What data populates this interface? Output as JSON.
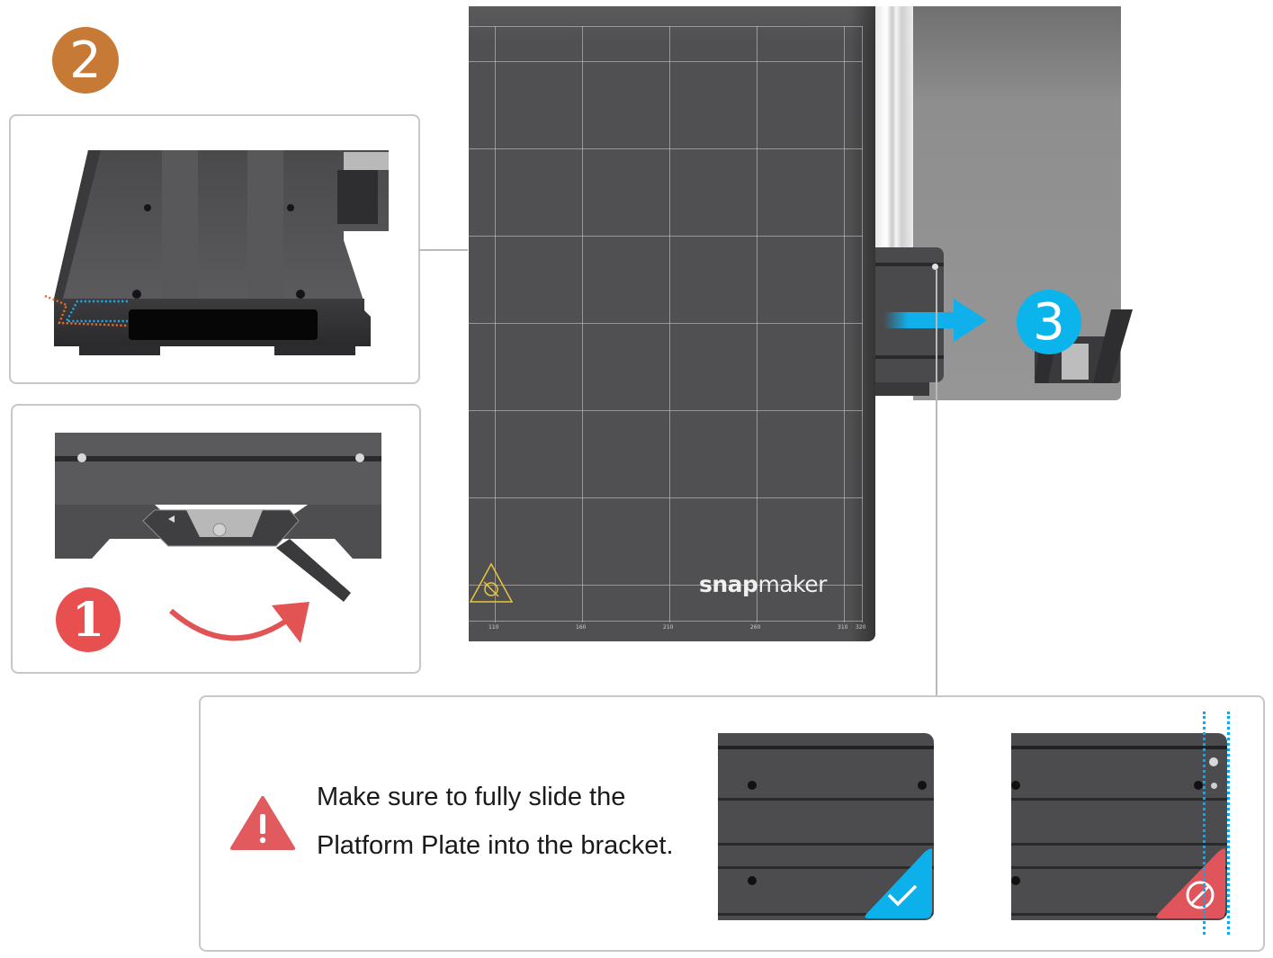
{
  "step_badges": {
    "step2": {
      "label": "2",
      "color": "#c77a36"
    },
    "step1": {
      "label": "1",
      "color": "#e85050"
    },
    "step3": {
      "label": "3",
      "color": "#0cb4ec"
    }
  },
  "build_plate": {
    "brand": {
      "snap": "snap",
      "maker": "maker"
    },
    "x_ticks": [
      "110",
      "160",
      "210",
      "260",
      "310",
      "320"
    ],
    "warning_symbol": "hot-surface-hand-icon",
    "plate_color": "#505052",
    "grid_color": "#bdbdbd"
  },
  "arrows": {
    "slide_arrow_color": "#10b0ec",
    "rotate_arrow_color": "#e25454"
  },
  "callouts": {
    "edge_outline_colors": {
      "plate": "#e86a2e",
      "bracket": "#1aa8ec"
    }
  },
  "warning_panel": {
    "icon": "warning-triangle-icon",
    "icon_color": "#e05a5e",
    "line1": "Make sure to fully slide the",
    "line2": "Platform Plate into the bracket.",
    "correct_badge": {
      "icon": "checkmark-icon",
      "color": "#0cb0ea"
    },
    "incorrect_badge": {
      "icon": "prohibited-icon",
      "color": "#e0555b"
    },
    "guide_line_color": "#12a6e8"
  }
}
